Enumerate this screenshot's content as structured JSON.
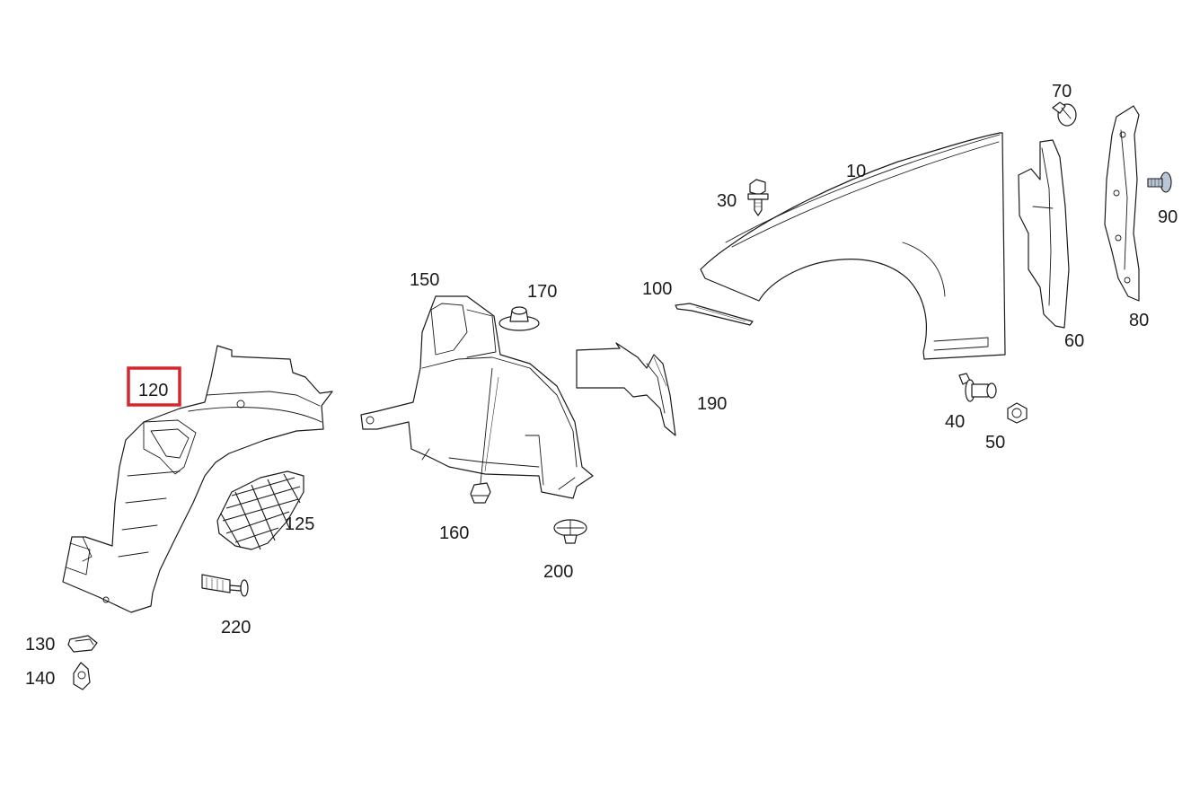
{
  "highlight_color": "#d7262b",
  "parts": [
    {
      "id": "p10",
      "number": "10"
    },
    {
      "id": "p30",
      "number": "30"
    },
    {
      "id": "p40",
      "number": "40"
    },
    {
      "id": "p50",
      "number": "50"
    },
    {
      "id": "p60",
      "number": "60"
    },
    {
      "id": "p70",
      "number": "70"
    },
    {
      "id": "p80",
      "number": "80"
    },
    {
      "id": "p90",
      "number": "90"
    },
    {
      "id": "p100",
      "number": "100"
    },
    {
      "id": "p120",
      "number": "120",
      "highlighted": true
    },
    {
      "id": "p125",
      "number": "125"
    },
    {
      "id": "p130",
      "number": "130"
    },
    {
      "id": "p140",
      "number": "140"
    },
    {
      "id": "p150",
      "number": "150"
    },
    {
      "id": "p160",
      "number": "160"
    },
    {
      "id": "p170",
      "number": "170"
    },
    {
      "id": "p190",
      "number": "190"
    },
    {
      "id": "p200",
      "number": "200"
    },
    {
      "id": "p220",
      "number": "220"
    }
  ]
}
